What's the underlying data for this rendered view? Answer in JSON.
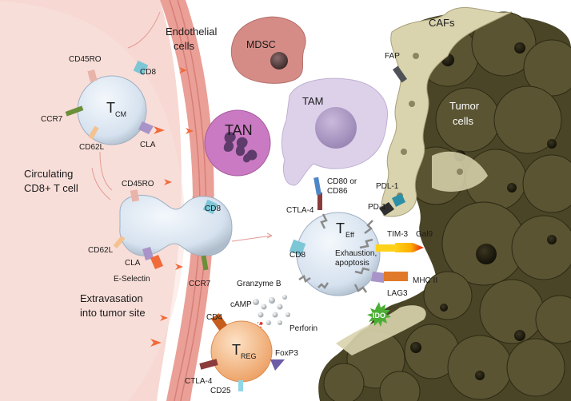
{
  "labels": {
    "endothelial": [
      "Endothelial",
      "cells"
    ],
    "mdsc": "MDSC",
    "cafs": "CAFs",
    "fap": "FAP",
    "tumor_cells": [
      "Tumor",
      "cells"
    ],
    "tam": "TAM",
    "tan": "TAN",
    "circulating": [
      "Circulating",
      "CD8+ T cell"
    ],
    "extravasation": [
      "Extravasation",
      "into tumor site"
    ]
  },
  "tcm": {
    "main": "T",
    "sub": "CM",
    "markers": {
      "cd45ro": "CD45RO",
      "cd8": "CD8",
      "ccr7": "CCR7",
      "cd62l": "CD62L",
      "cla": "CLA"
    }
  },
  "migrating": {
    "markers": {
      "cd45ro": "CD45RO",
      "cd8": "CD8",
      "cd62l": "CD62L",
      "cla": "CLA",
      "eselectin": "E-Selectin",
      "ccr7": "CCR7"
    }
  },
  "teff": {
    "main": "T",
    "sub": "Eff",
    "state": [
      "Exhaustion,",
      "apoptosis"
    ],
    "markers": {
      "cd80": [
        "CD80 or",
        "CD86"
      ],
      "ctla4": "CTLA-4",
      "pd1": "PD-1",
      "pdl1": "PDL-1",
      "tim3": "TIM-3",
      "gal9": "Gal9",
      "cd8": "CD8",
      "lag3": "LAG3",
      "mhc2": "MHC II",
      "ido": "IDO"
    }
  },
  "treg": {
    "main": "T",
    "sub": "REG",
    "markers": {
      "cd4": "CD4",
      "ctla4": "CTLA-4",
      "foxp3": "FoxP3",
      "cd25": "CD25"
    },
    "secreted": {
      "granzyme": "Granzyme B",
      "camp": "cAMP",
      "perforin": "Perforin"
    }
  },
  "colors": {
    "vessel": "#f6d2cc",
    "endothelium": "#e99a92",
    "tcell": "#dfe9f4",
    "tumor": "#4a4527",
    "caf": "#d8d2ad",
    "mdsc": "#cf8582",
    "tam": "#ddd0ea",
    "tan": "#c676bf",
    "treg": "#f0b98a",
    "ido": "#4caf35"
  }
}
